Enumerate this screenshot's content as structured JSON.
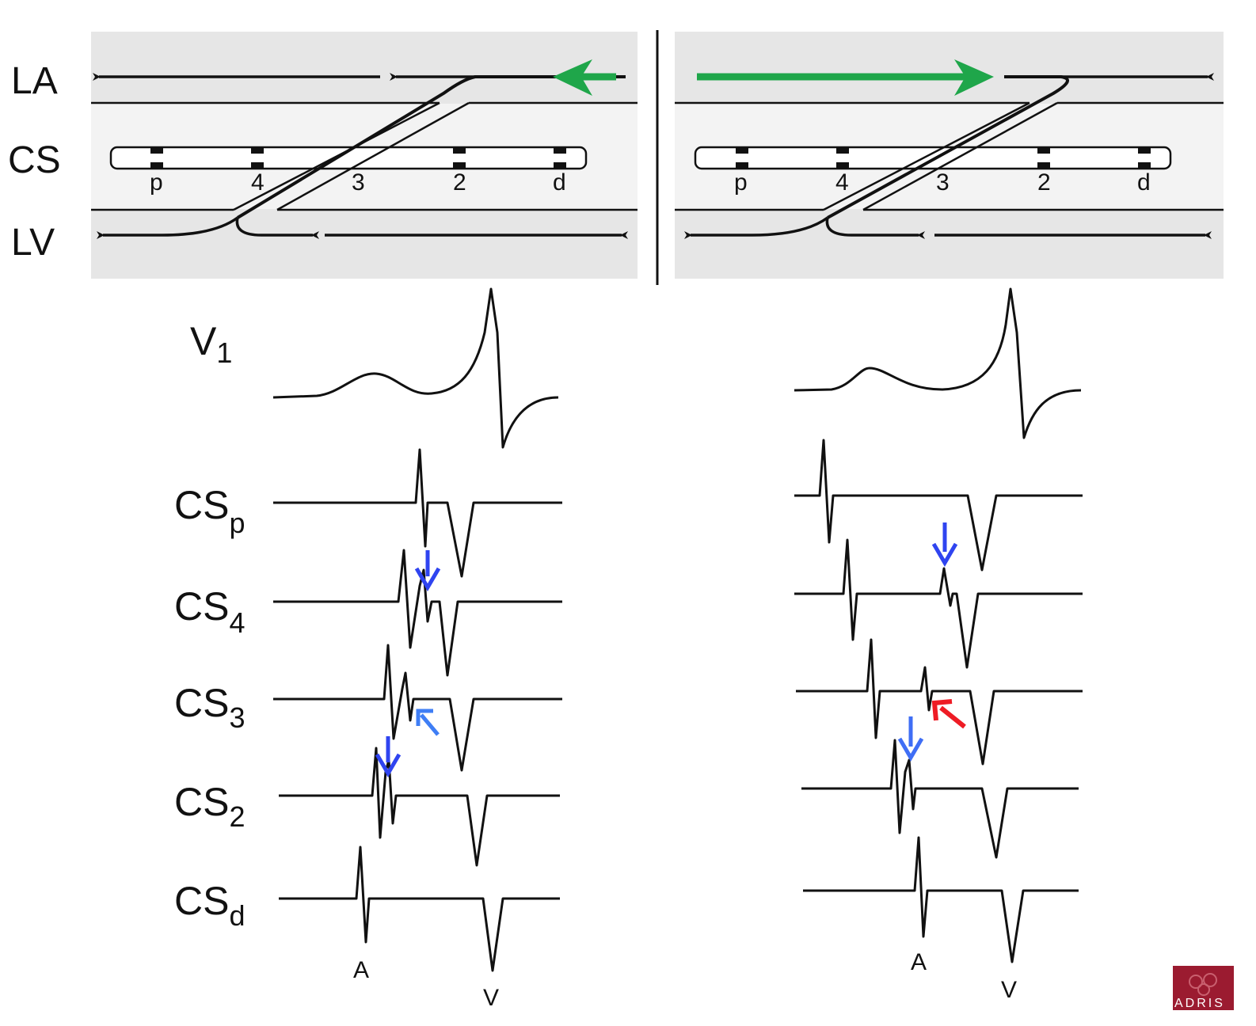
{
  "colors": {
    "green_arrow": "#1fa64a",
    "blue_arrow": "#2f44f0",
    "light_blue_arrow": "#3f7ef5",
    "red_arrow": "#ee1c25",
    "logo": "#9b1b30"
  },
  "chamber_labels": {
    "la": "LA",
    "cs": "CS",
    "lv": "LV"
  },
  "electrodes": [
    "p",
    "4",
    "3",
    "2",
    "d"
  ],
  "leads": {
    "v1": {
      "main": "V",
      "sub": "1"
    },
    "csp": {
      "main": "CS",
      "sub": "p"
    },
    "cs4": {
      "main": "CS",
      "sub": "4"
    },
    "cs3": {
      "main": "CS",
      "sub": "3"
    },
    "cs2": {
      "main": "CS",
      "sub": "2"
    },
    "csd": {
      "main": "CS",
      "sub": "d"
    }
  },
  "markers": {
    "a": "A",
    "v": "V"
  },
  "logo": "ADRIS"
}
